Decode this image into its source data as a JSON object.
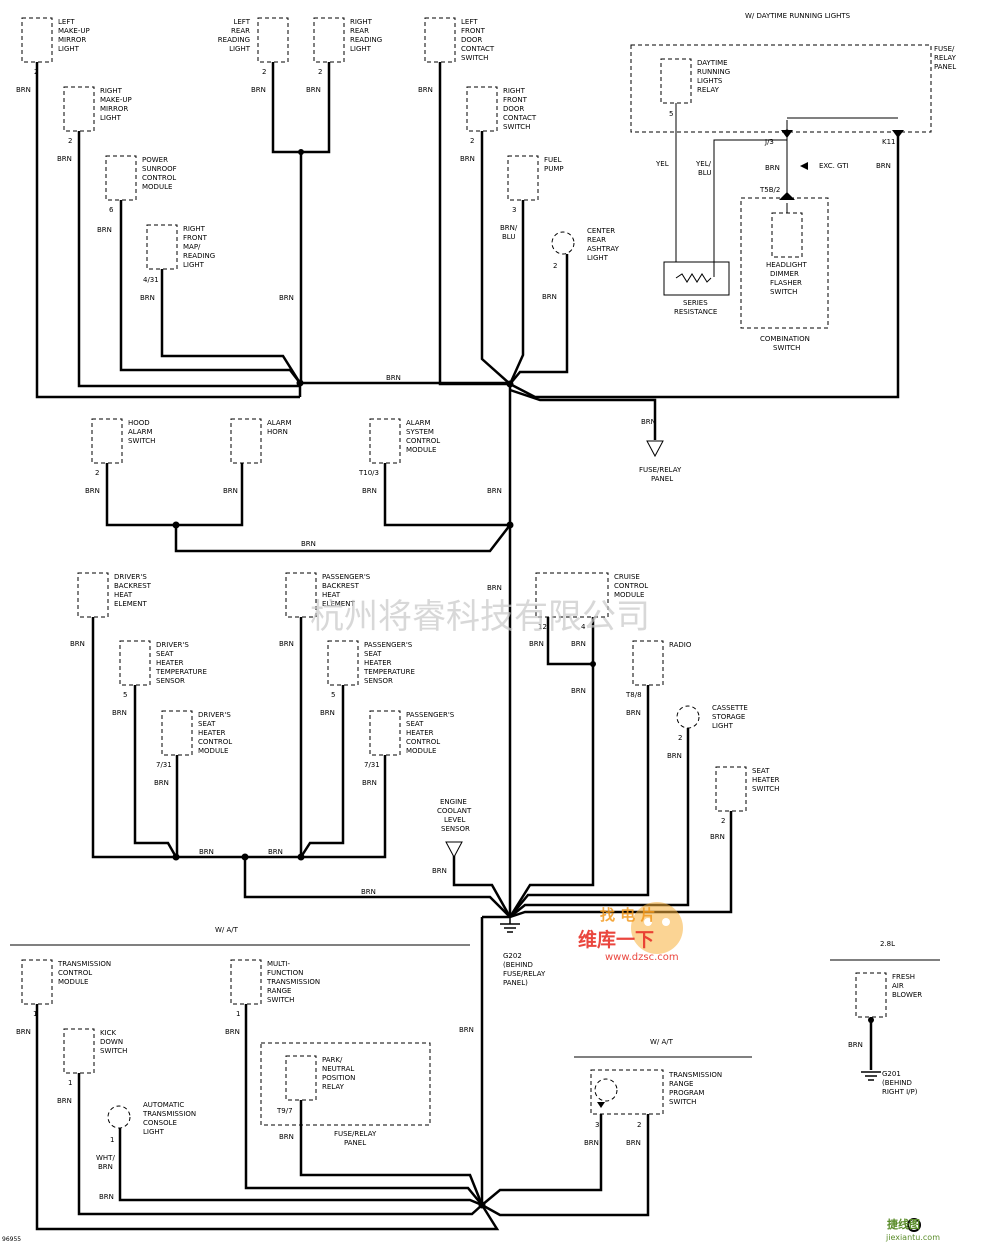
{
  "components": [
    {
      "id": "left-makeup-mirror-light",
      "label": [
        "LEFT",
        "MAKE-UP",
        "MIRROR",
        "LIGHT"
      ],
      "pin": "2",
      "wire": "BRN"
    },
    {
      "id": "right-makeup-mirror-light",
      "label": [
        "RIGHT",
        "MAKE-UP",
        "MIRROR",
        "LIGHT"
      ],
      "pin": "2",
      "wire": "BRN"
    },
    {
      "id": "power-sunroof-control-module",
      "label": [
        "POWER",
        "SUNROOF",
        "CONTROL",
        "MODULE"
      ],
      "pin": "6",
      "wire": "BRN"
    },
    {
      "id": "right-front-map-reading-light",
      "label": [
        "RIGHT",
        "FRONT",
        "MAP/",
        "READING",
        "LIGHT"
      ],
      "pin": "4/31",
      "wire": "BRN"
    },
    {
      "id": "left-rear-reading-light",
      "label": [
        "LEFT",
        "REAR",
        "READING",
        "LIGHT"
      ],
      "pin": "2",
      "wire": "BRN"
    },
    {
      "id": "right-rear-reading-light",
      "label": [
        "RIGHT",
        "REAR",
        "READING",
        "LIGHT"
      ],
      "pin": "2",
      "wire": "BRN"
    },
    {
      "id": "left-front-door-contact-switch",
      "label": [
        "LEFT",
        "FRONT",
        "DOOR",
        "CONTACT",
        "SWITCH"
      ],
      "pin": "",
      "wire": "BRN"
    },
    {
      "id": "right-front-door-contact-switch",
      "label": [
        "RIGHT",
        "FRONT",
        "DOOR",
        "CONTACT",
        "SWITCH"
      ],
      "pin": "2",
      "wire": "BRN"
    },
    {
      "id": "fuel-pump",
      "label": [
        "FUEL",
        "PUMP"
      ],
      "pin": "3",
      "wire": "BRN/ BLU"
    },
    {
      "id": "center-rear-ashtray-light",
      "label": [
        "CENTER",
        "REAR",
        "ASHTRAY",
        "LIGHT"
      ],
      "pin": "2",
      "wire": "BRN"
    },
    {
      "id": "daytime-running-lights-relay",
      "label": [
        "DAYTIME",
        "RUNNING",
        "LIGHTS",
        "RELAY"
      ],
      "pin": "5",
      "wire": "YEL"
    },
    {
      "id": "hood-alarm-switch",
      "label": [
        "HOOD",
        "ALARM",
        "SWITCH"
      ],
      "pin": "2",
      "wire": "BRN"
    },
    {
      "id": "alarm-horn",
      "label": [
        "ALARM",
        "HORN"
      ],
      "pin": "",
      "wire": "BRN"
    },
    {
      "id": "alarm-system-control-module",
      "label": [
        "ALARM",
        "SYSTEM",
        "CONTROL",
        "MODULE"
      ],
      "pin": "T10/3",
      "wire": "BRN"
    },
    {
      "id": "drivers-backrest-heat-element",
      "label": [
        "DRIVER'S",
        "BACKREST",
        "HEAT",
        "ELEMENT"
      ],
      "pin": "",
      "wire": "BRN"
    },
    {
      "id": "drivers-seat-heater-temperature-sensor",
      "label": [
        "DRIVER'S",
        "SEAT",
        "HEATER",
        "TEMPERATURE",
        "SENSOR"
      ],
      "pin": "5",
      "wire": "BRN"
    },
    {
      "id": "drivers-seat-heater-control-module",
      "label": [
        "DRIVER'S",
        "SEAT",
        "HEATER",
        "CONTROL",
        "MODULE"
      ],
      "pin": "7/31",
      "wire": "BRN"
    },
    {
      "id": "passengers-backrest-heat-element",
      "label": [
        "PASSENGER'S",
        "BACKREST",
        "HEAT",
        "ELEMENT"
      ],
      "pin": "",
      "wire": "BRN"
    },
    {
      "id": "passengers-seat-heater-temperature-sensor",
      "label": [
        "PASSENGER'S",
        "SEAT",
        "HEATER",
        "TEMPERATURE",
        "SENSOR"
      ],
      "pin": "5",
      "wire": "BRN"
    },
    {
      "id": "passengers-seat-heater-control-module",
      "label": [
        "PASSENGER'S",
        "SEAT",
        "HEATER",
        "CONTROL",
        "MODULE"
      ],
      "pin": "7/31",
      "wire": "BRN"
    },
    {
      "id": "cruise-control-module",
      "label": [
        "CRUISE",
        "CONTROL",
        "MODULE"
      ],
      "pin": "12",
      "wire": "BRN"
    },
    {
      "id": "radio",
      "label": [
        "RADIO"
      ],
      "pin": "T8/8",
      "wire": "BRN"
    },
    {
      "id": "cassette-storage-light",
      "label": [
        "CASSETTE",
        "STORAGE",
        "LIGHT"
      ],
      "pin": "2",
      "wire": "BRN"
    },
    {
      "id": "seat-heater-switch",
      "label": [
        "SEAT",
        "HEATER",
        "SWITCH"
      ],
      "pin": "2",
      "wire": "BRN"
    },
    {
      "id": "engine-coolant-level-sensor",
      "label": [
        "ENGINE",
        "COOLANT",
        "LEVEL",
        "SENSOR"
      ],
      "pin": "",
      "wire": "BRN"
    },
    {
      "id": "transmission-control-module",
      "label": [
        "TRANSMISSION",
        "CONTROL",
        "MODULE"
      ],
      "pin": "1",
      "wire": "BRN"
    },
    {
      "id": "kick-down-switch",
      "label": [
        "KICK",
        "DOWN",
        "SWITCH"
      ],
      "pin": "1",
      "wire": "BRN"
    },
    {
      "id": "automatic-transmission-console-light",
      "label": [
        "AUTOMATIC",
        "TRANSMISSION",
        "CONSOLE",
        "LIGHT"
      ],
      "pin": "1",
      "wire": "WHT/ BRN"
    },
    {
      "id": "multi-function-transmission-range-switch",
      "label": [
        "MULTI-",
        "FUNCTION",
        "TRANSMISSION",
        "RANGE",
        "SWITCH"
      ],
      "pin": "1",
      "wire": "BRN"
    },
    {
      "id": "park-neutral-position-relay",
      "label": [
        "PARK/",
        "NEUTRAL",
        "POSITION",
        "RELAY"
      ],
      "pin": "T9/7",
      "wire": "BRN"
    },
    {
      "id": "transmission-range-program-switch",
      "label": [
        "TRANSMISSION",
        "RANGE",
        "PROGRAM",
        "SWITCH"
      ],
      "pin": "3",
      "wire": "BRN"
    },
    {
      "id": "fresh-air-blower",
      "label": [
        "FRESH",
        "AIR",
        "BLOWER"
      ],
      "pin": "",
      "wire": "BRN"
    },
    {
      "id": "headlight-dimmer-flasher-switch",
      "label": [
        "HEADLIGHT",
        "DIMMER",
        "FLASHER",
        "SWITCH"
      ],
      "pin": "",
      "wire": ""
    }
  ],
  "section_labels": {
    "daytime_running_lights": "W/ DAYTIME RUNNING LIGHTS",
    "fuse_relay_panel_top": [
      "FUSE/",
      "RELAY",
      "PANEL"
    ],
    "fuse_relay_panel_ground": [
      "FUSE/RELAY",
      "PANEL"
    ],
    "wa_t_left": "W/ A/T",
    "wa_t_right": "W/ A/T",
    "engine_2_8l": "2.8L",
    "combination_switch": [
      "COMBINATION",
      "SWITCH"
    ],
    "series_resistance": [
      "SERIES",
      "RESISTANCE"
    ],
    "exc_gti": "EXC. GTI",
    "fuse_relay_panel_lower": [
      "FUSE/RELAY",
      "PANEL"
    ]
  },
  "pins": {
    "j3": "J/3",
    "k11": "K11",
    "t5b2": "T5B/2",
    "cruise_4": "4",
    "trps_2": "2"
  },
  "wire_colors": {
    "yel_blu": "YEL/ BLU",
    "brn": "BRN"
  },
  "grounds": {
    "g202": [
      "G202",
      "(BEHIND",
      "FUSE/RELAY",
      "PANEL)"
    ],
    "g201": [
      "G201",
      "(BEHIND",
      "RIGHT I/P)"
    ]
  },
  "figure_id": "96955",
  "watermark": {
    "company": "杭州将睿科技有限公司",
    "site_cn": "维库一下",
    "site_url": "www.dzsc.com",
    "footer_logo": "捷线图",
    "footer_url": "jiexiantu.com"
  },
  "colors": {
    "ink": "#000000",
    "paper": "#ffffff",
    "watermark_gray": "#c8c8c8",
    "logo_red": "#e8332a",
    "logo_orange": "#f39a1e"
  }
}
